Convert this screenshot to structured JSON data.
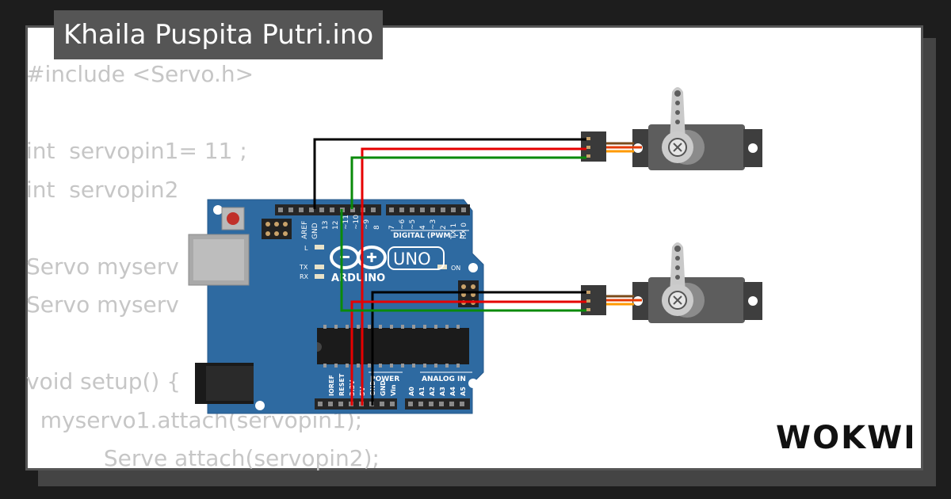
{
  "title": "Khaila Puspita Putri.ino",
  "code_lines": [
    "#include <Servo.h>",
    "",
    "int  servopin1= 11 ;",
    "int  servopin2",
    "",
    "Servo myserv",
    "Servo myserv",
    "",
    "void setup() {",
    "  myservo1.attach(servopin1);",
    "           Serve attach(servopin2);"
  ],
  "board": {
    "name": "ARDUINO",
    "model": "UNO",
    "header_labels_top": [
      "AREF",
      "GND",
      "13",
      "12",
      "~11",
      "~10",
      "~9",
      "8",
      "7",
      "~6",
      "~5",
      "4",
      "~3",
      "2",
      "TX 1",
      "RX 0"
    ],
    "digital_label": "DIGITAL (PWM ~)",
    "led_labels": [
      "L",
      "TX",
      "RX",
      "ON"
    ],
    "power_label": "POWER",
    "analog_label": "ANALOG IN",
    "power_pins": [
      "IOREF",
      "RESET",
      "3.3V",
      "5V",
      "GND",
      "GND",
      "Vin"
    ],
    "analog_pins": [
      "A0",
      "A1",
      "A2",
      "A3",
      "A4",
      "A5"
    ]
  },
  "colors": {
    "board": "#2e6aa1",
    "wire_black": "#000000",
    "wire_red": "#e60000",
    "wire_green": "#0a8a0a"
  },
  "logo": "WOKWI"
}
